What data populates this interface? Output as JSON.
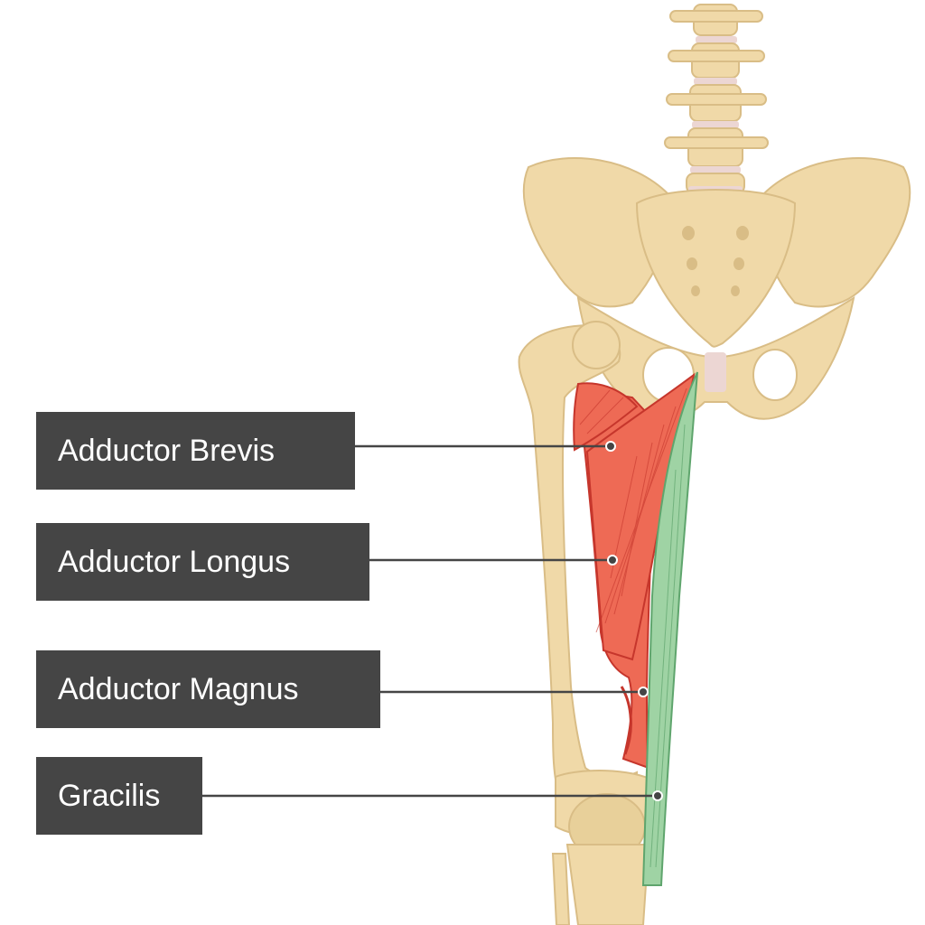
{
  "labels": {
    "adductor_brevis": "Adductor Brevis",
    "adductor_longus": "Adductor Longus",
    "adductor_magnus": "Adductor Magnus",
    "gracilis": "Gracilis"
  },
  "colors": {
    "label_background": "#454545",
    "label_text": "#ffffff",
    "leader_line": "#454545",
    "bone": "#f0d9a8",
    "bone_shadow": "#d9bd86",
    "intervertebral_disc": "#ecd6d3",
    "adductor_muscle": "#ee6a55",
    "adductor_muscle_dark": "#c6362c",
    "gracilis_muscle": "#9fd3a4",
    "gracilis_muscle_dark": "#5fa56d"
  }
}
